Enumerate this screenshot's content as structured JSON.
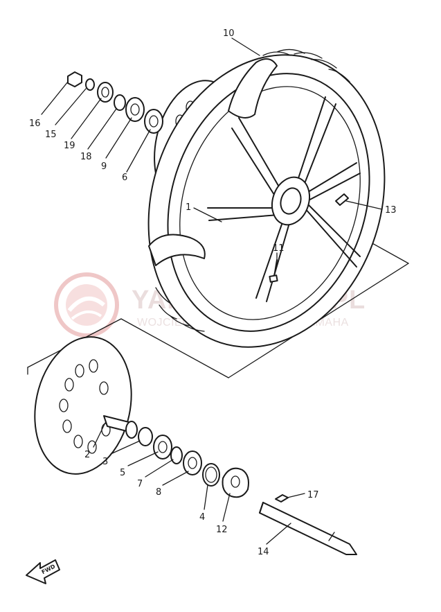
{
  "watermark": {
    "title": "YAMAHASHOP.PL",
    "subtitle": "WOJCIECH OWICZ | DEALER YAMAHA",
    "color": "#e8b4b4"
  },
  "direction_marker": {
    "label": "FWD",
    "icon": "arrow-forward-icon"
  },
  "callouts": [
    {
      "id": "c1",
      "label": "1"
    },
    {
      "id": "c2",
      "label": "2"
    },
    {
      "id": "c3",
      "label": "3"
    },
    {
      "id": "c4",
      "label": "4"
    },
    {
      "id": "c5",
      "label": "5"
    },
    {
      "id": "c6",
      "label": "6"
    },
    {
      "id": "c7",
      "label": "7"
    },
    {
      "id": "c8",
      "label": "8"
    },
    {
      "id": "c9",
      "label": "9"
    },
    {
      "id": "c10",
      "label": "10"
    },
    {
      "id": "c11",
      "label": "11"
    },
    {
      "id": "c12",
      "label": "12"
    },
    {
      "id": "c13",
      "label": "13"
    },
    {
      "id": "c14",
      "label": "14"
    },
    {
      "id": "c15",
      "label": "15"
    },
    {
      "id": "c16",
      "label": "16"
    },
    {
      "id": "c17",
      "label": "17"
    },
    {
      "id": "c18",
      "label": "18"
    },
    {
      "id": "c19",
      "label": "19"
    }
  ]
}
